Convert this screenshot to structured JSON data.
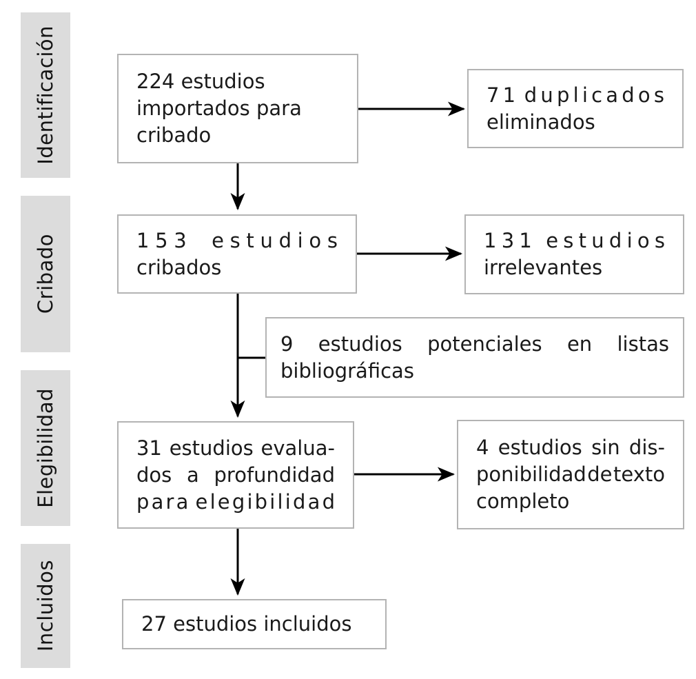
{
  "stages": [
    {
      "label": "Identificación"
    },
    {
      "label": "Cribado"
    },
    {
      "label": "Elegibilidad"
    },
    {
      "label": "Incluidos"
    }
  ],
  "flow": {
    "imported": {
      "lines": [
        "224 estudios",
        "importados para",
        "cribado"
      ]
    },
    "duplicates": {
      "lines": [
        "71 duplicados",
        "eliminados"
      ]
    },
    "screened": {
      "lines": [
        "153 estudios",
        "cribados"
      ]
    },
    "irrelevant": {
      "lines": [
        "131 estudios",
        "irrelevantes"
      ]
    },
    "reference_lists": {
      "lines": [
        "9 estudios potenciales en listas",
        "bibliográficas"
      ]
    },
    "assessed": {
      "lines": [
        "31 estudios evalua-",
        "dos a profundidad",
        "para elegibilidad"
      ]
    },
    "no_fulltext": {
      "lines": [
        "4 estudios sin dis-",
        "ponibilidad de texto",
        "completo"
      ]
    },
    "included": {
      "lines": [
        "27 estudios incluidos"
      ]
    }
  },
  "colors": {
    "background": "#ffffff",
    "stage_bg": "#dcdcdc",
    "box_border": "#b3b3b3",
    "text": "#1a1a1a",
    "arrow": "#000000"
  }
}
